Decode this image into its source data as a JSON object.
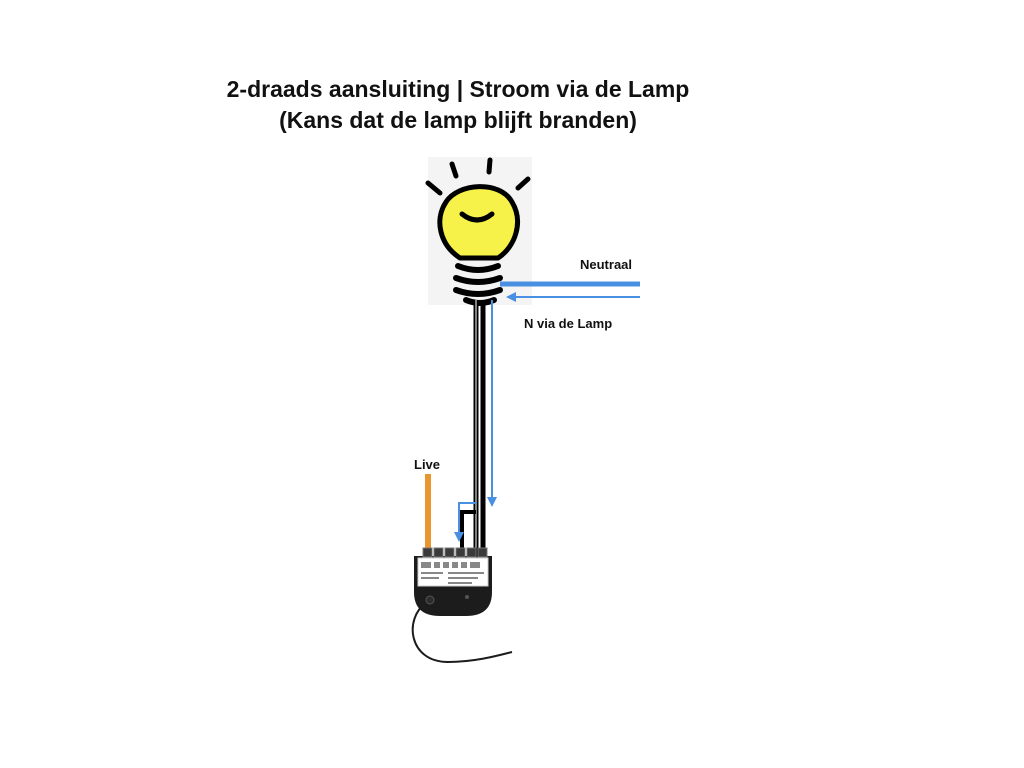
{
  "title": {
    "line1": "2-draads aansluiting | Stroom via de Lamp",
    "line2": "(Kans dat de lamp blijft branden)"
  },
  "labels": {
    "neutral": "Neutraal",
    "neutral_via_lamp": "N via de Lamp",
    "live": "Live"
  },
  "colors": {
    "neutral_wire": "#4a90e2",
    "live_wire": "#e8962e",
    "lamp_wire": "#000000",
    "bulb_fill": "#f7f24a",
    "module_body": "#1c1c1c"
  },
  "icons": {
    "lamp": "lightbulb-icon",
    "module": "relay-module-icon"
  }
}
